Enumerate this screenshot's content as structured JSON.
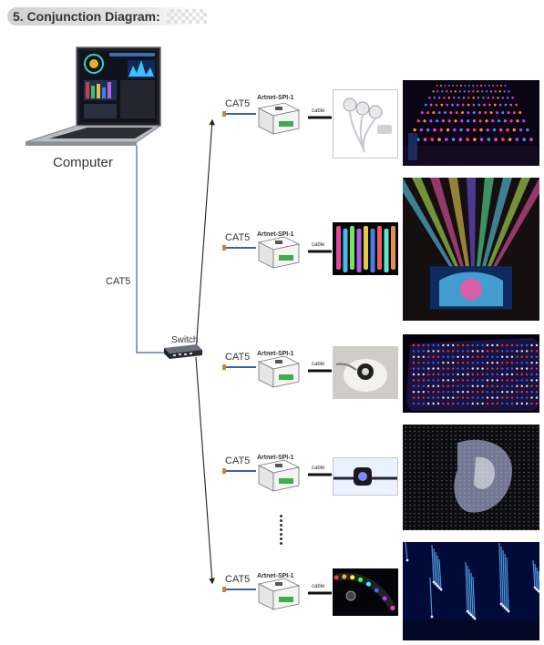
{
  "header": {
    "title": "5. Conjunction Diagram:"
  },
  "computer": {
    "label": "Computer"
  },
  "main_link": {
    "label": "CAT5"
  },
  "switch": {
    "label": "Switch"
  },
  "branches": [
    {
      "cat5": "CAT5",
      "module": "Artnet-SPI-1",
      "cable": "cable",
      "fixture": "point-light-icon",
      "effect": "led-ceiling-grid"
    },
    {
      "cat5": "CAT5",
      "module": "Artnet-SPI-1",
      "cable": "cable",
      "fixture": "led-tube-icon",
      "effect": "led-tube-installation"
    },
    {
      "cat5": "CAT5",
      "module": "Artnet-SPI-1",
      "cable": "cable",
      "fixture": "led-module-icon",
      "effect": "led-pixel-wall"
    },
    {
      "cat5": "CAT5",
      "module": "Artnet-SPI-1",
      "cable": "cable",
      "fixture": "pixel-node-icon",
      "effect": "led-mesh-display"
    },
    {
      "cat5": "CAT5",
      "module": "Artnet-SPI-1",
      "cable": "cable",
      "fixture": "led-strip-icon",
      "effect": "led-meteor-rain"
    }
  ],
  "colors": {
    "line": "#333333",
    "cat5_line": "#3f5fa8",
    "module": "#f2f2f2",
    "module_green": "#3fae49"
  }
}
